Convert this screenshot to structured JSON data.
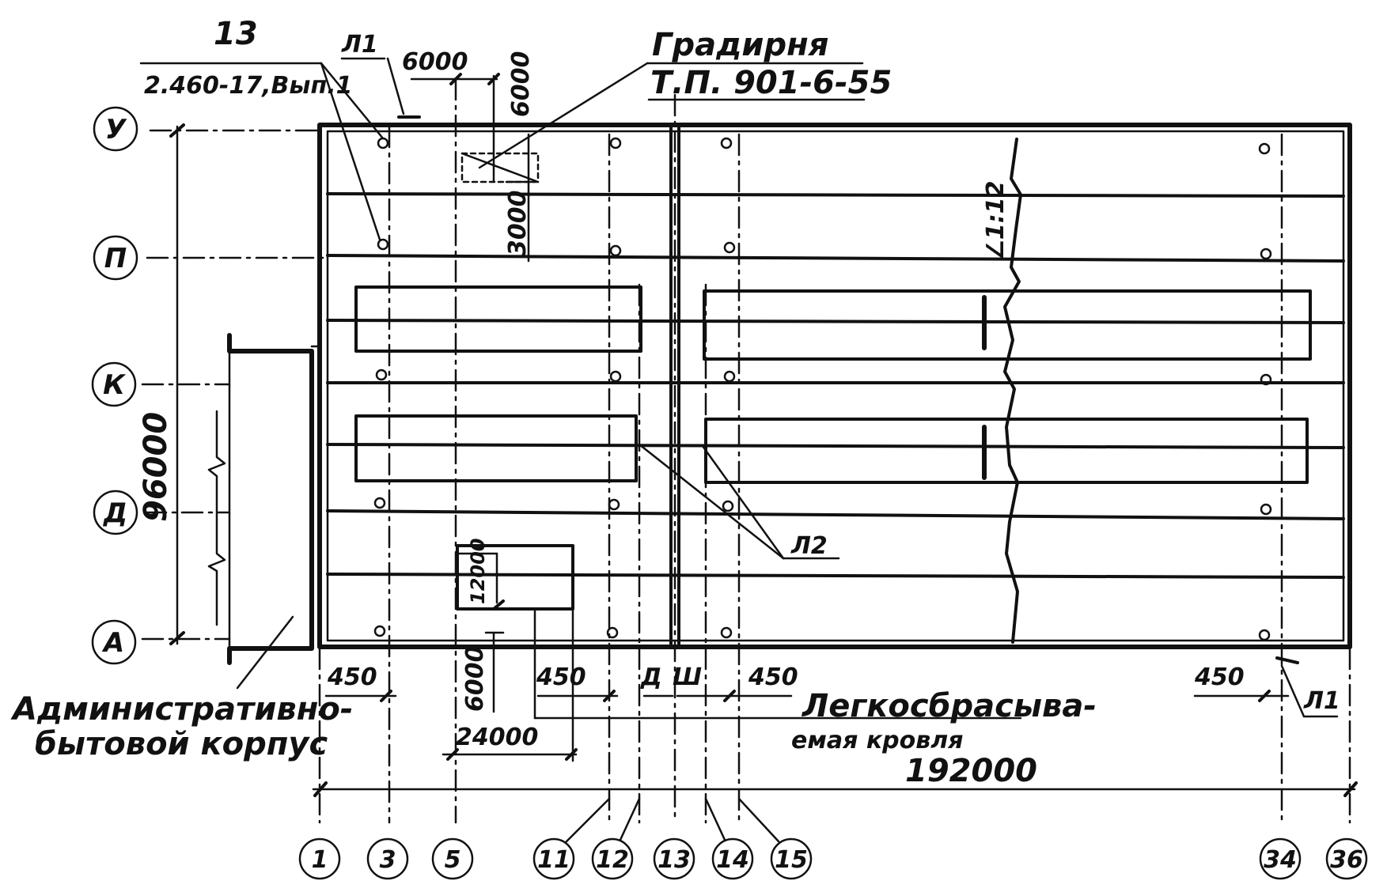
{
  "labels": {
    "sheet_number": "13",
    "series_ref": "2.460-17,Вып.1",
    "cooling_tower_title": "Градирня",
    "cooling_tower_ref": "Т.П. 901-6-55",
    "admin_building_line1": "Административно-",
    "admin_building_line2": "бытовой корпус",
    "light_roof_line1": "Легкосбрасыва-",
    "light_roof_line2": "емая кровля",
    "slope": "∠1:12",
    "seam_d": "Д",
    "seam_sh": "Ш"
  },
  "callouts": {
    "L1_top": "Л1",
    "L1_bottom": "Л1",
    "L2": "Л2"
  },
  "dimensions": {
    "top_6000_h": "6000",
    "top_6000_v": "6000",
    "v_3000": "3000",
    "v_96000": "96000",
    "v_12000": "12000",
    "v_6000_bottom": "6000",
    "bottom_450_a": "450",
    "bottom_450_b": "450",
    "bottom_450_c": "450",
    "bottom_450_d": "450",
    "bottom_24000": "24000",
    "total_192000": "192000"
  },
  "axes_rows": [
    "У",
    "П",
    "К",
    "Д",
    "А"
  ],
  "axes_cols": [
    "1",
    "3",
    "5",
    "11",
    "12",
    "13",
    "14",
    "15",
    "34",
    "36"
  ]
}
